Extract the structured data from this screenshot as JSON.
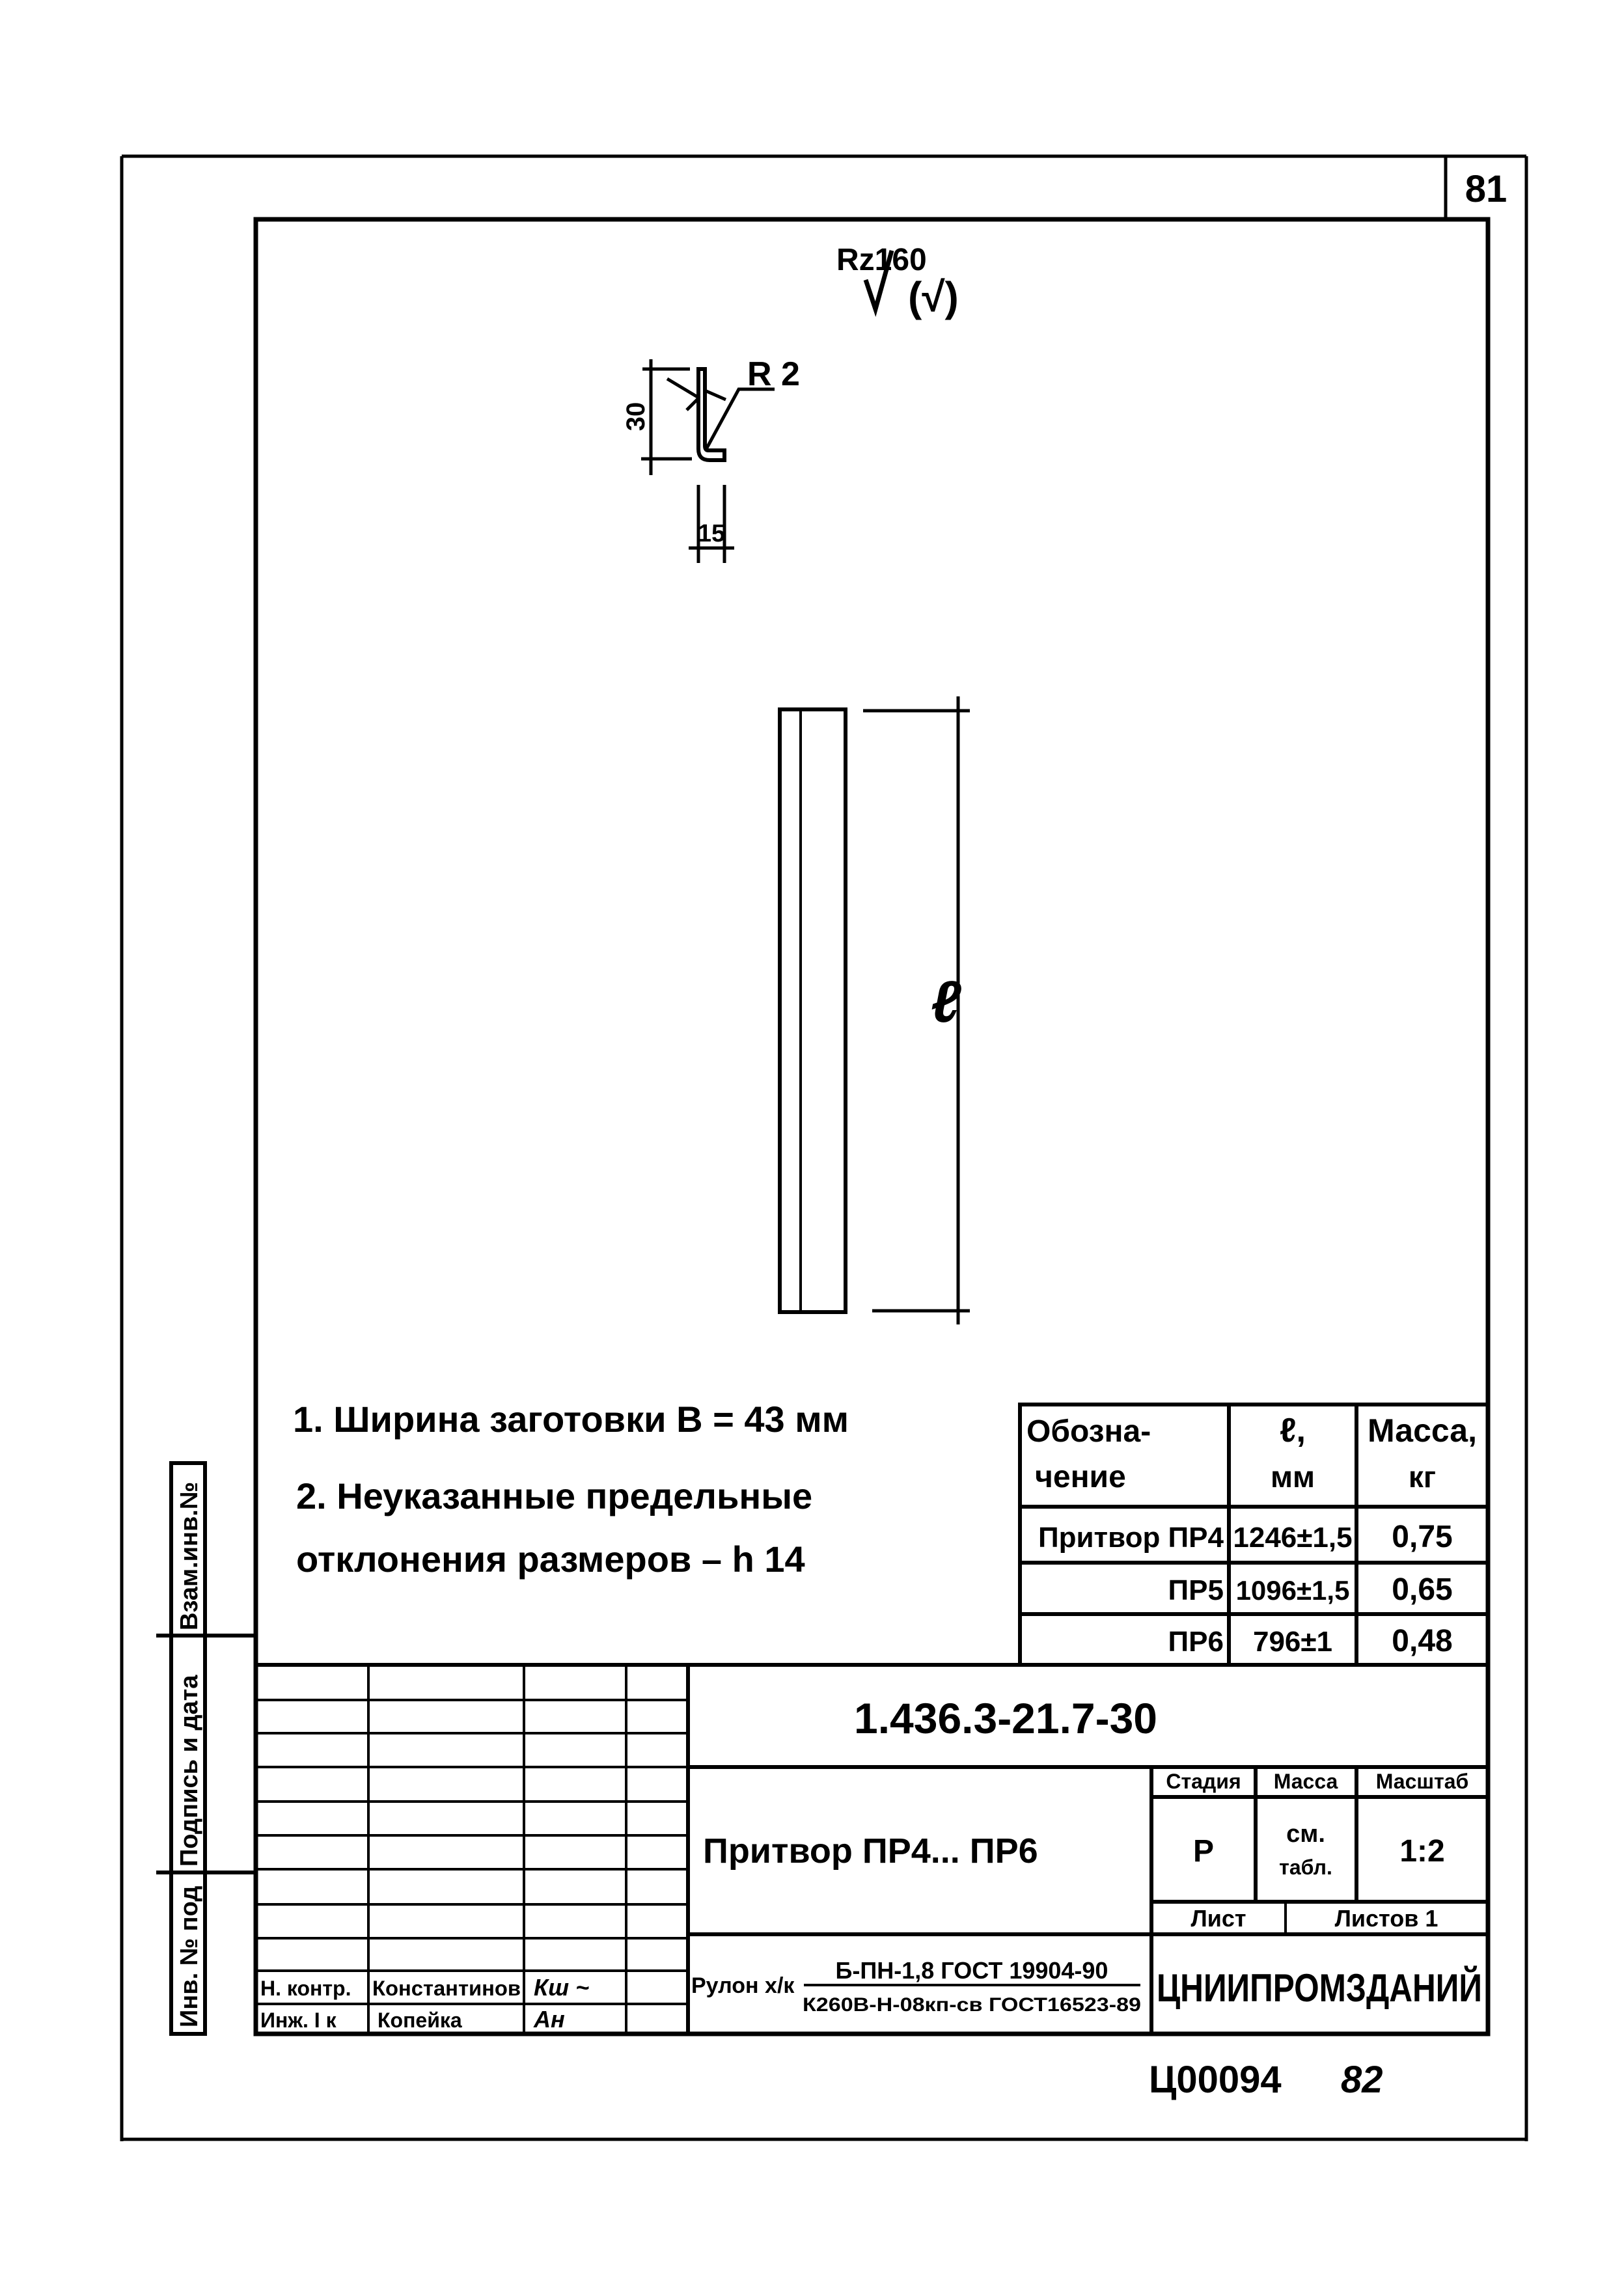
{
  "sheet_number": "81",
  "roughness": {
    "main": "Rz160",
    "other": "(√)"
  },
  "profile": {
    "dim_height": "30",
    "dim_width": "15",
    "radius": "R 2"
  },
  "part": {
    "length_symbol": "ℓ"
  },
  "notes": [
    "1. Ширина заготовки B = 43 мм",
    "2. Неуказанные предельные",
    "отклонения размеров – h 14"
  ],
  "table": {
    "headers": [
      [
        "Обозна-",
        "чение"
      ],
      [
        "ℓ,",
        "мм"
      ],
      [
        "Масса,",
        "кг"
      ]
    ],
    "rows": [
      {
        "name": "Притвор ПР4",
        "length": "1246±1,5",
        "mass": "0,75"
      },
      {
        "name": "ПР5",
        "length": "1096±1,5",
        "mass": "0,65"
      },
      {
        "name": "ПР6",
        "length": "796±1",
        "mass": "0,48"
      }
    ]
  },
  "side_strip": [
    "Инв. № под",
    "Подпись и дата",
    "Взам.инв.№"
  ],
  "title_block": {
    "designation": "1.436.3-21.7-30",
    "name": "Притвор ПР4... ПР6",
    "stage_label": "Стадия",
    "mass_label": "Масса",
    "scale_label": "Масштаб",
    "stage": "Р",
    "mass": [
      "см.",
      "табл."
    ],
    "scale": "1:2",
    "sheet_label": "Лист",
    "sheets_label": "Листов 1",
    "material_prefix": "Рулон х/к",
    "material_top": "Б-ПН-1,8 ГОСТ 19904-90",
    "material_bottom": "К260В-Н-08кп-св ГОСТ16523-89",
    "organization": "ЦНИИПРОМЗДАНИЙ",
    "signatures": [
      {
        "role": "Н. контр.",
        "name": "Константинов",
        "sign": "Кш ~"
      },
      {
        "role": "Инж. I к",
        "name": "Копейка",
        "sign": "Ан"
      }
    ]
  },
  "footer": {
    "code": "Ц00094",
    "page": "82"
  }
}
